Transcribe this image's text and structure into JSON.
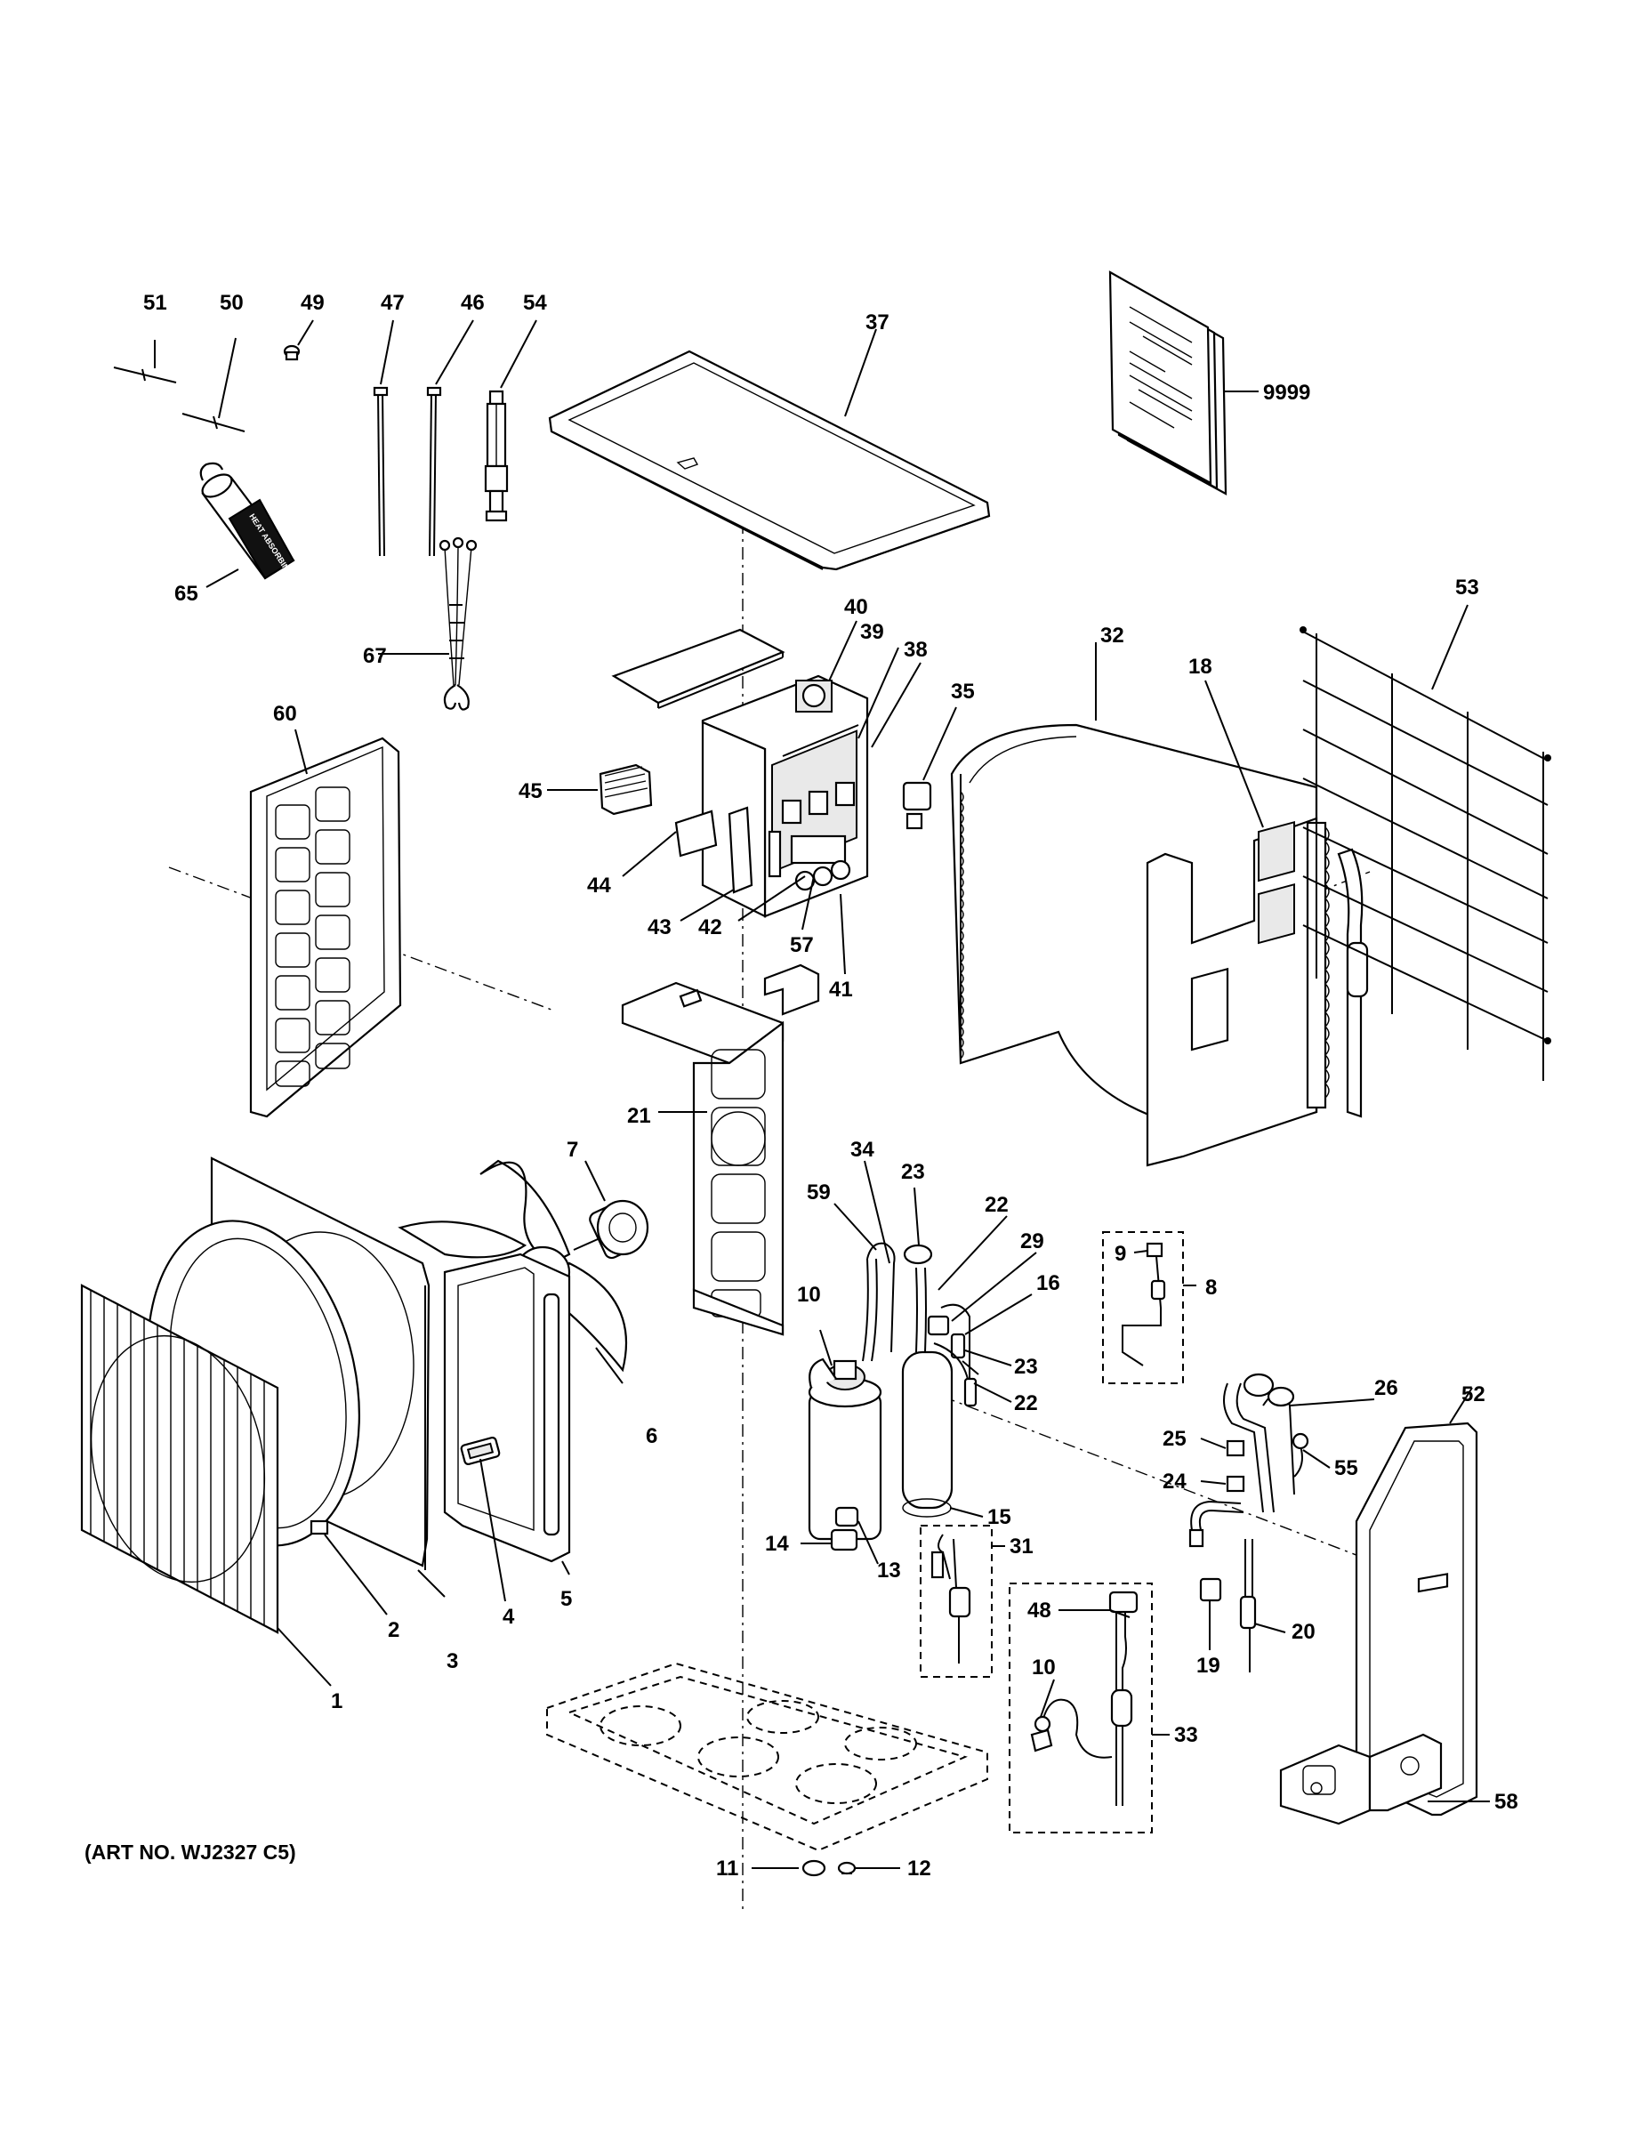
{
  "art_number": "(ART NO. WJ2327 C5)",
  "callouts": [
    {
      "id": "c51",
      "label": "51"
    },
    {
      "id": "c50",
      "label": "50"
    },
    {
      "id": "c49",
      "label": "49"
    },
    {
      "id": "c47",
      "label": "47"
    },
    {
      "id": "c46",
      "label": "46"
    },
    {
      "id": "c54",
      "label": "54"
    },
    {
      "id": "c37",
      "label": "37"
    },
    {
      "id": "c9999",
      "label": "9999"
    },
    {
      "id": "c65",
      "label": "65"
    },
    {
      "id": "c67",
      "label": "67"
    },
    {
      "id": "c53",
      "label": "53"
    },
    {
      "id": "c40",
      "label": "40"
    },
    {
      "id": "c39",
      "label": "39"
    },
    {
      "id": "c38",
      "label": "38"
    },
    {
      "id": "c35",
      "label": "35"
    },
    {
      "id": "c32",
      "label": "32"
    },
    {
      "id": "c18",
      "label": "18"
    },
    {
      "id": "c60",
      "label": "60"
    },
    {
      "id": "c45",
      "label": "45"
    },
    {
      "id": "c44",
      "label": "44"
    },
    {
      "id": "c43",
      "label": "43"
    },
    {
      "id": "c42",
      "label": "42"
    },
    {
      "id": "c57",
      "label": "57"
    },
    {
      "id": "c41",
      "label": "41"
    },
    {
      "id": "c21",
      "label": "21"
    },
    {
      "id": "c7",
      "label": "7"
    },
    {
      "id": "c34",
      "label": "34"
    },
    {
      "id": "c23a",
      "label": "23"
    },
    {
      "id": "c59",
      "label": "59"
    },
    {
      "id": "c22a",
      "label": "22"
    },
    {
      "id": "c29",
      "label": "29"
    },
    {
      "id": "c16",
      "label": "16"
    },
    {
      "id": "c9",
      "label": "9"
    },
    {
      "id": "c8",
      "label": "8"
    },
    {
      "id": "c10a",
      "label": "10"
    },
    {
      "id": "c23b",
      "label": "23"
    },
    {
      "id": "c22b",
      "label": "22"
    },
    {
      "id": "c6",
      "label": "6"
    },
    {
      "id": "c26",
      "label": "26"
    },
    {
      "id": "c52",
      "label": "52"
    },
    {
      "id": "c25",
      "label": "25"
    },
    {
      "id": "c55",
      "label": "55"
    },
    {
      "id": "c24",
      "label": "24"
    },
    {
      "id": "c15",
      "label": "15"
    },
    {
      "id": "c14",
      "label": "14"
    },
    {
      "id": "c13",
      "label": "13"
    },
    {
      "id": "c31",
      "label": "31"
    },
    {
      "id": "c5",
      "label": "5"
    },
    {
      "id": "c4",
      "label": "4"
    },
    {
      "id": "c3",
      "label": "3"
    },
    {
      "id": "c48",
      "label": "48"
    },
    {
      "id": "c20",
      "label": "20"
    },
    {
      "id": "c19",
      "label": "19"
    },
    {
      "id": "c2",
      "label": "2"
    },
    {
      "id": "c10b",
      "label": "10"
    },
    {
      "id": "c33",
      "label": "33"
    },
    {
      "id": "c1",
      "label": "1"
    },
    {
      "id": "c58",
      "label": "58"
    },
    {
      "id": "c11",
      "label": "11"
    },
    {
      "id": "c12",
      "label": "12"
    }
  ],
  "labels": {
    "can_text": "HEAT ABSORBING PASTE"
  }
}
